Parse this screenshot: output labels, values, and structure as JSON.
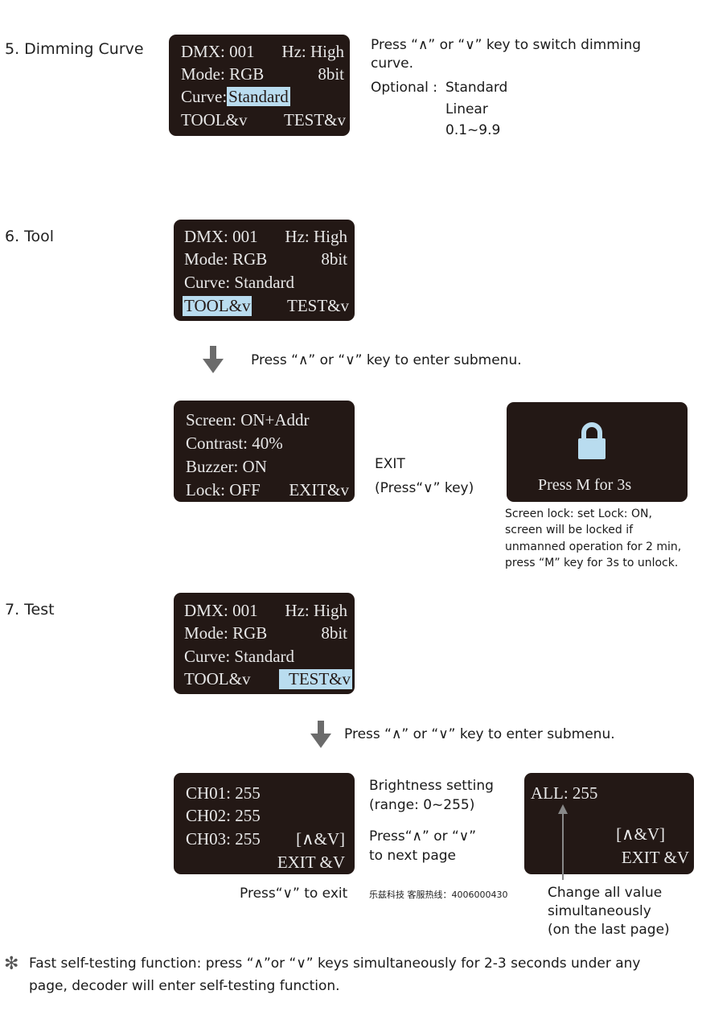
{
  "s5": {
    "title": "5. Dimming Curve",
    "lcd": {
      "dmx": "DMX: 001",
      "hz": "Hz: High",
      "mode": "Mode: RGB",
      "bit": "8bit",
      "curve_label": "Curve:",
      "curve_value": "Standard",
      "tool": "TOOL&v",
      "test": "TEST&v"
    },
    "desc1": "Press “∧” or “∨” key to switch dimming",
    "desc2": "curve.",
    "optional_label": "Optional :",
    "options": [
      "Standard",
      "Linear",
      "0.1~9.9"
    ]
  },
  "s6": {
    "title": "6. Tool",
    "lcd": {
      "dmx": "DMX: 001",
      "hz": "Hz: High",
      "mode": "Mode: RGB",
      "bit": "8bit",
      "curve": "Curve: Standard",
      "tool": "TOOL&v",
      "test": "TEST&v"
    },
    "enter": "Press “∧” or “∨” key to enter submenu.",
    "sub": {
      "screen": "Screen: ON+Addr",
      "contrast": "Contrast: 40%",
      "buzzer": "Buzzer: ON",
      "lock": "Lock: OFF",
      "exit": "EXIT&v"
    },
    "exit1": "EXIT",
    "exit2": "(Press“∨” key)",
    "lock_screen": "Press  M  for  3s",
    "lock_note": [
      "Screen lock: set Lock: ON,",
      "screen will be locked if",
      "unmanned operation for 2 min,",
      "press “M” key for 3s to unlock."
    ]
  },
  "s7": {
    "title": "7. Test",
    "lcd": {
      "dmx": "DMX: 001",
      "hz": "Hz: High",
      "mode": "Mode: RGB",
      "bit": "8bit",
      "curve": "Curve: Standard",
      "tool": "TOOL&v",
      "test": "TEST&v"
    },
    "enter": "Press “∧” or “∨” key to enter submenu.",
    "ch": {
      "ch01": "CH01: 255",
      "ch02": "CH02: 255",
      "ch03": "CH03: 255",
      "nav": "[∧&V]",
      "exit": "EXIT &V"
    },
    "bright1": "Brightness setting",
    "bright2": "(range: 0~255)",
    "next1": "Press“∧” or “∨”",
    "next2": "to next page",
    "all": {
      "all": "ALL: 255",
      "nav": "[∧&V]",
      "exit": "EXIT &V"
    },
    "press_exit": "Press“∨” to exit",
    "hotline": "乐兹科技 客服热线：4006000430",
    "change": [
      "Change all value",
      "simultaneously",
      "(on the last page)"
    ]
  },
  "note": {
    "star": "✻",
    "line1": "Fast self-testing function: press “∧”or “∨” keys simultaneously for 2-3 seconds under any",
    "line2": "page, decoder will enter self-testing function."
  }
}
